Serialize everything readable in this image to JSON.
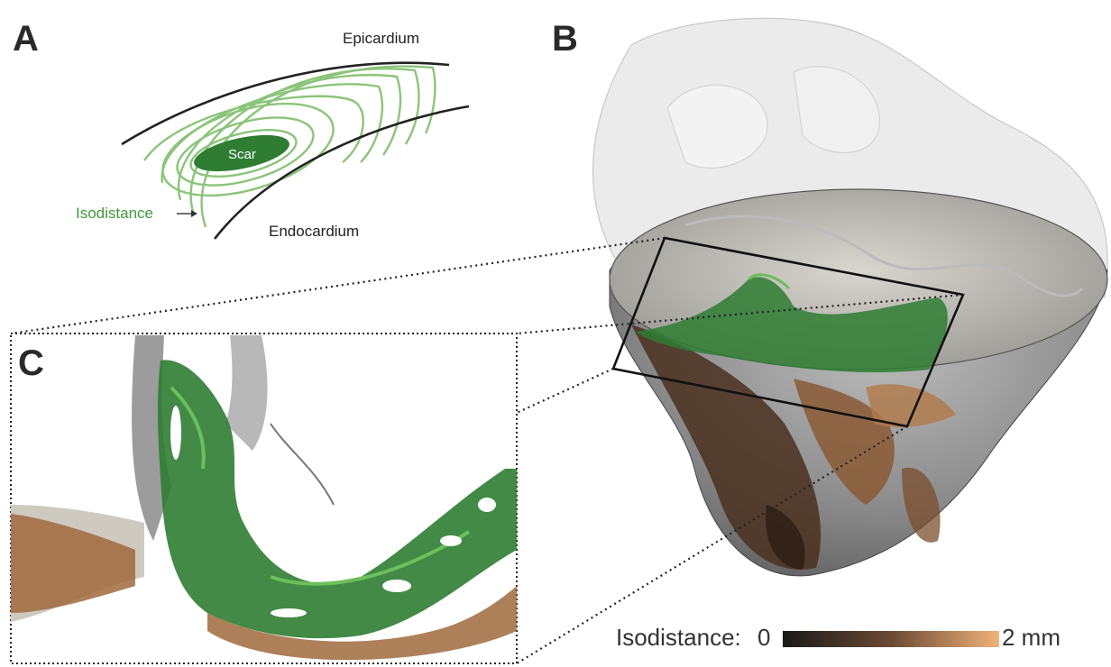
{
  "panels": {
    "a": "A",
    "b": "B",
    "c": "C"
  },
  "schematic": {
    "epicardium": "Epicardium",
    "endocardium": "Endocardium",
    "scar": "Scar",
    "isodistance": "Isodistance"
  },
  "colorbar": {
    "label": "Isodistance:",
    "min": "0",
    "max": "2 mm",
    "color_low": "#1a1a1a",
    "color_high": "#f0b27a"
  },
  "colors": {
    "scar_green": "#2e7d32",
    "isoline_green": "#8bc47a",
    "tissue_grey": "#9a9a9a",
    "tissue_brown": "#8a5a34"
  }
}
